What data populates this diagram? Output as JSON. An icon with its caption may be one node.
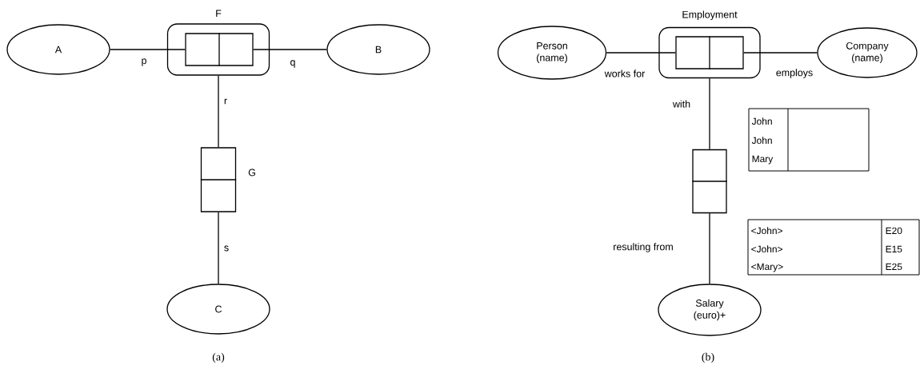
{
  "diagram": {
    "nodes": [
      {
        "text": [
          "A"
        ]
      },
      {
        "text": [
          "F"
        ]
      },
      {
        "text": [],
        "shape": "box",
        "in": 1
      },
      {
        "text": [
          "B"
        ]
      },
      {
        "text": [],
        "shape": "box",
        "beside": [
          "G"
        ]
      },
      {
        "text": [
          "C"
        ]
      },
      {
        "text": [
          "Person (name)"
        ]
      },
      {
        "text": [
          "Employment"
        ]
      },
      {
        "text": [],
        "shape": "box",
        "in": 7
      },
      {
        "text": [
          "Company (name)"
        ]
      },
      {
        "text": [],
        "shape": "box"
      },
      {
        "text": [
          "Salary (euro)+"
        ]
      }
    ],
    "edges": [
      {
        "from": 0,
        "to": 2,
        "arrow": "none",
        "label": "p"
      },
      {
        "from": 2,
        "to": 3,
        "arrow": "none",
        "label": "q"
      },
      {
        "from": 1,
        "to": 4,
        "arrow": "none",
        "label": "r"
      },
      {
        "from": 4,
        "to": 5,
        "arrow": "none",
        "label": "s"
      },
      {
        "from": 6,
        "to": 8,
        "arrow": "none",
        "label": "works for"
      },
      {
        "from": 8,
        "to": 9,
        "arrow": "none",
        "label": "employs"
      },
      {
        "from": 7,
        "to": 10,
        "arrow": "none",
        "label": "with"
      },
      {
        "from": 10,
        "to": 11,
        "arrow": "none",
        "label": "resulting from"
      }
    ],
    "labels": [
      "John",
      "John",
      "Mary",
      "<John>",
      "E20",
      "<John>",
      "E15",
      "<Mary>",
      "E25",
      "(a)",
      "(b)"
    ]
  }
}
